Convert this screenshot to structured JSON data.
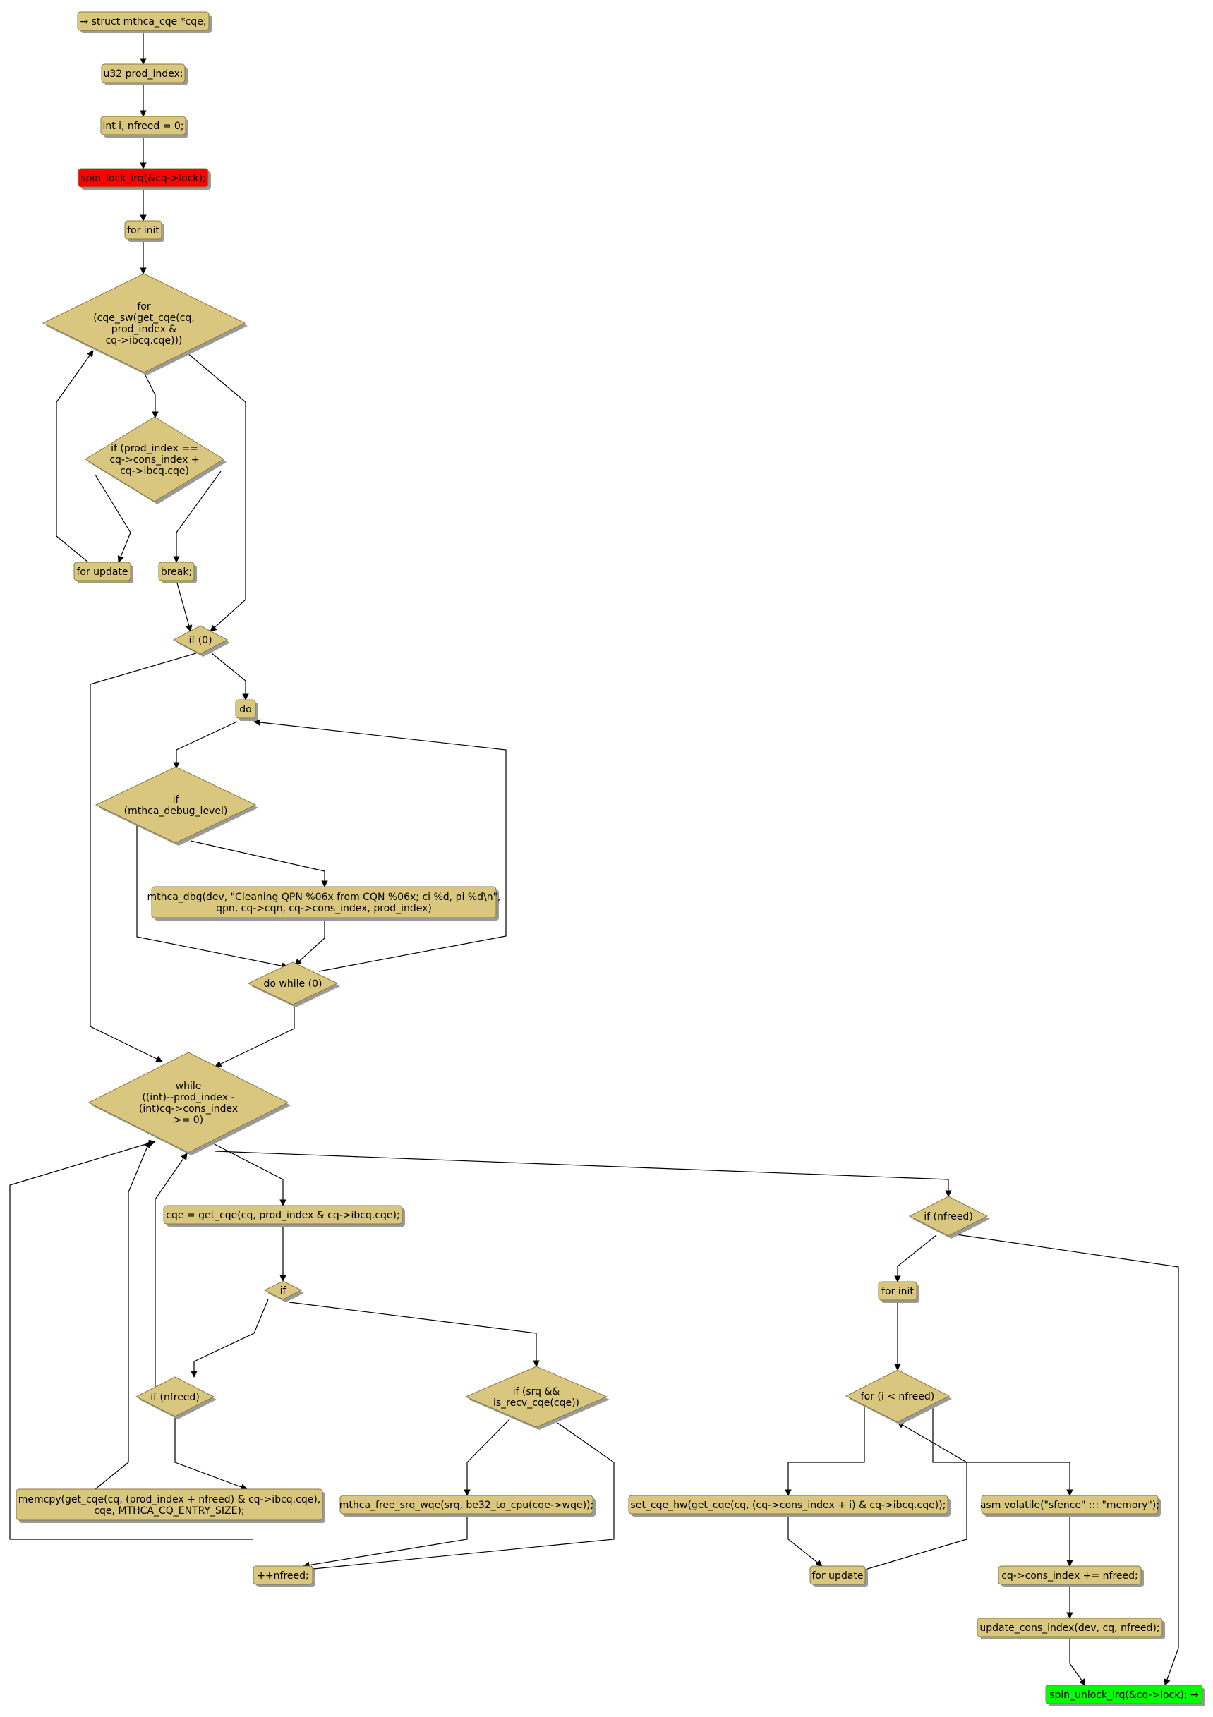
{
  "colors": {
    "node_fill": "#d9c67f",
    "node_stroke": "#8c7a3e",
    "shadow": "#9a9a9a",
    "start_fill": "#ff0000",
    "end_fill": "#00ff00",
    "edge": "#000000"
  },
  "nodes": [
    {
      "id": "n1",
      "kind": "box",
      "lines": [
        "→ struct mthca_cqe *cqe;"
      ]
    },
    {
      "id": "n2",
      "kind": "box",
      "lines": [
        "u32 prod_index;"
      ]
    },
    {
      "id": "n3",
      "kind": "box",
      "lines": [
        "int i, nfreed = 0;"
      ]
    },
    {
      "id": "n4",
      "kind": "box-red",
      "lines": [
        "spin_lock_irq(&cq->lock);"
      ]
    },
    {
      "id": "n5",
      "kind": "box",
      "lines": [
        "for init"
      ]
    },
    {
      "id": "n6",
      "kind": "diamond",
      "lines": [
        "for",
        "(cqe_sw(get_cqe(cq,",
        "prod_index &",
        "cq->ibcq.cqe)))"
      ]
    },
    {
      "id": "n7",
      "kind": "diamond",
      "lines": [
        "if (prod_index ==",
        "cq->cons_index +",
        "cq->ibcq.cqe)"
      ]
    },
    {
      "id": "n8",
      "kind": "box",
      "lines": [
        "for update"
      ]
    },
    {
      "id": "n9",
      "kind": "box",
      "lines": [
        "break;"
      ]
    },
    {
      "id": "n10",
      "kind": "diamond",
      "lines": [
        "if (0)"
      ]
    },
    {
      "id": "n11",
      "kind": "box",
      "lines": [
        "do"
      ]
    },
    {
      "id": "n12",
      "kind": "diamond",
      "lines": [
        "if",
        "(mthca_debug_level)"
      ]
    },
    {
      "id": "n13",
      "kind": "box",
      "lines": [
        "mthca_dbg(dev, \"Cleaning QPN %06x from CQN %06x; ci %d, pi %d\\n\",",
        "qpn, cq->cqn, cq->cons_index, prod_index)"
      ]
    },
    {
      "id": "n14",
      "kind": "diamond",
      "lines": [
        "do while (0)"
      ]
    },
    {
      "id": "n15",
      "kind": "diamond",
      "lines": [
        "while",
        "((int)--prod_index -",
        "(int)cq->cons_index",
        ">= 0)"
      ]
    },
    {
      "id": "n16",
      "kind": "box",
      "lines": [
        "cqe = get_cqe(cq, prod_index & cq->ibcq.cqe);"
      ]
    },
    {
      "id": "n17",
      "kind": "diamond",
      "lines": [
        "if"
      ]
    },
    {
      "id": "n18",
      "kind": "diamond",
      "lines": [
        "if (nfreed)"
      ]
    },
    {
      "id": "n19",
      "kind": "diamond",
      "lines": [
        "if (srq &&",
        "is_recv_cqe(cqe))"
      ]
    },
    {
      "id": "n20",
      "kind": "box",
      "lines": [
        "memcpy(get_cqe(cq, (prod_index + nfreed) & cq->ibcq.cqe),",
        "cqe, MTHCA_CQ_ENTRY_SIZE);"
      ]
    },
    {
      "id": "n21",
      "kind": "box",
      "lines": [
        "mthca_free_srq_wqe(srq, be32_to_cpu(cqe->wqe));"
      ]
    },
    {
      "id": "n22",
      "kind": "box",
      "lines": [
        "++nfreed;"
      ]
    },
    {
      "id": "n23",
      "kind": "diamond",
      "lines": [
        "if (nfreed)"
      ]
    },
    {
      "id": "n24",
      "kind": "box",
      "lines": [
        "for init"
      ]
    },
    {
      "id": "n25",
      "kind": "diamond",
      "lines": [
        "for (i < nfreed)"
      ]
    },
    {
      "id": "n26",
      "kind": "box",
      "lines": [
        "set_cqe_hw(get_cqe(cq, (cq->cons_index + i) & cq->ibcq.cqe));"
      ]
    },
    {
      "id": "n27",
      "kind": "box",
      "lines": [
        "for update"
      ]
    },
    {
      "id": "n28",
      "kind": "box",
      "lines": [
        "asm volatile(\"sfence\" ::: \"memory\");"
      ]
    },
    {
      "id": "n29",
      "kind": "box",
      "lines": [
        "cq->cons_index += nfreed;"
      ]
    },
    {
      "id": "n30",
      "kind": "box",
      "lines": [
        "update_cons_index(dev, cq, nfreed);"
      ]
    },
    {
      "id": "n31",
      "kind": "box-green",
      "lines": [
        "spin_unlock_irq(&cq->lock); →"
      ]
    }
  ],
  "edges": [
    {
      "from": "n1",
      "to": "n2"
    },
    {
      "from": "n2",
      "to": "n3"
    },
    {
      "from": "n3",
      "to": "n4"
    },
    {
      "from": "n4",
      "to": "n5"
    },
    {
      "from": "n5",
      "to": "n6"
    },
    {
      "from": "n6",
      "to": "n7"
    },
    {
      "from": "n6",
      "to": "n10"
    },
    {
      "from": "n7",
      "to": "n8"
    },
    {
      "from": "n7",
      "to": "n9"
    },
    {
      "from": "n8",
      "to": "n6"
    },
    {
      "from": "n9",
      "to": "n10"
    },
    {
      "from": "n10",
      "to": "n11"
    },
    {
      "from": "n10",
      "to": "n15"
    },
    {
      "from": "n11",
      "to": "n12"
    },
    {
      "from": "n12",
      "to": "n13"
    },
    {
      "from": "n12",
      "to": "n14"
    },
    {
      "from": "n13",
      "to": "n14"
    },
    {
      "from": "n14",
      "to": "n11"
    },
    {
      "from": "n14",
      "to": "n15"
    },
    {
      "from": "n15",
      "to": "n16"
    },
    {
      "from": "n15",
      "to": "n23"
    },
    {
      "from": "n16",
      "to": "n17"
    },
    {
      "from": "n17",
      "to": "n18"
    },
    {
      "from": "n17",
      "to": "n19"
    },
    {
      "from": "n18",
      "to": "n20"
    },
    {
      "from": "n18",
      "to": "n15"
    },
    {
      "from": "n20",
      "to": "n15"
    },
    {
      "from": "n19",
      "to": "n21"
    },
    {
      "from": "n19",
      "to": "n22"
    },
    {
      "from": "n21",
      "to": "n22"
    },
    {
      "from": "n22",
      "to": "n15"
    },
    {
      "from": "n23",
      "to": "n24"
    },
    {
      "from": "n23",
      "to": "n31"
    },
    {
      "from": "n24",
      "to": "n25"
    },
    {
      "from": "n25",
      "to": "n26"
    },
    {
      "from": "n25",
      "to": "n28"
    },
    {
      "from": "n26",
      "to": "n27"
    },
    {
      "from": "n27",
      "to": "n25"
    },
    {
      "from": "n28",
      "to": "n29"
    },
    {
      "from": "n29",
      "to": "n30"
    },
    {
      "from": "n30",
      "to": "n31"
    }
  ]
}
